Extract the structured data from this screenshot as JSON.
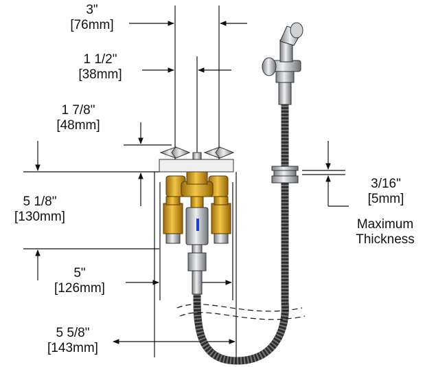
{
  "dimensions": {
    "d1": {
      "inch": "3\"",
      "mm": "[76mm]"
    },
    "d2": {
      "inch": "1 1/2\"",
      "mm": "[38mm]"
    },
    "d3": {
      "inch": "1 7/8\"",
      "mm": "[48mm]"
    },
    "d4": {
      "inch": "5 1/8\"",
      "mm": "[130mm]"
    },
    "d5": {
      "inch": "5\"",
      "mm": "[126mm]"
    },
    "d6": {
      "inch": "5 5/8\"",
      "mm": "[143mm]"
    },
    "d7": {
      "inch": "3/16\"",
      "mm": "[5mm]"
    }
  },
  "notes": {
    "line1": "Maximum",
    "line2": "Thickness"
  },
  "colors": {
    "brass": "#d9a21e",
    "chrome": "#b9bcc0",
    "hose": "#3a3a3a",
    "line": "#111111"
  }
}
